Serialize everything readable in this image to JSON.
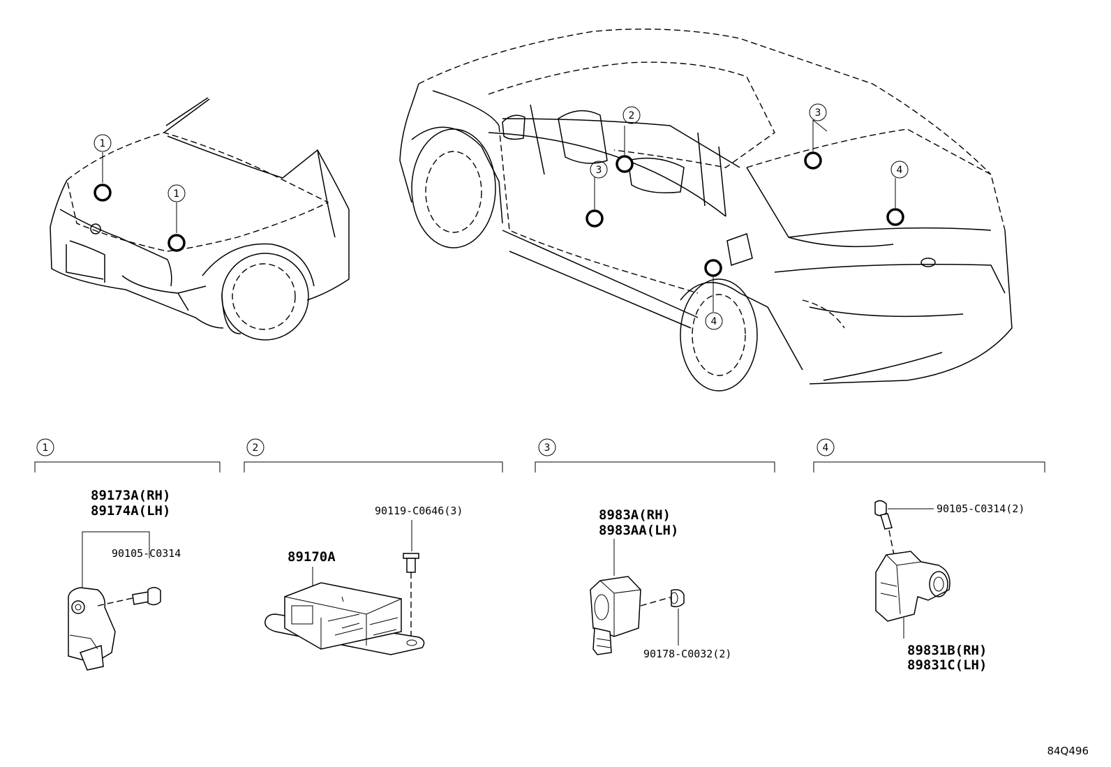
{
  "callouts": [
    "1",
    "2",
    "3",
    "4"
  ],
  "groups": {
    "g1": {
      "number": "1",
      "part_rh": "89173A(RH)",
      "part_lh": "89174A(LH)",
      "bolt": "90105-C0314"
    },
    "g2": {
      "number": "2",
      "unit": "89170A",
      "bolt": "90119-C0646(3)"
    },
    "g3": {
      "number": "3",
      "part_rh": "8983A(RH)",
      "part_lh": "8983AA(LH)",
      "nut": "90178-C0032(2)"
    },
    "g4": {
      "number": "4",
      "bolt": "90105-C0314(2)",
      "part_rh": "89831B(RH)",
      "part_lh": "89831C(LH)"
    }
  },
  "diagram_ref": "84Q496"
}
